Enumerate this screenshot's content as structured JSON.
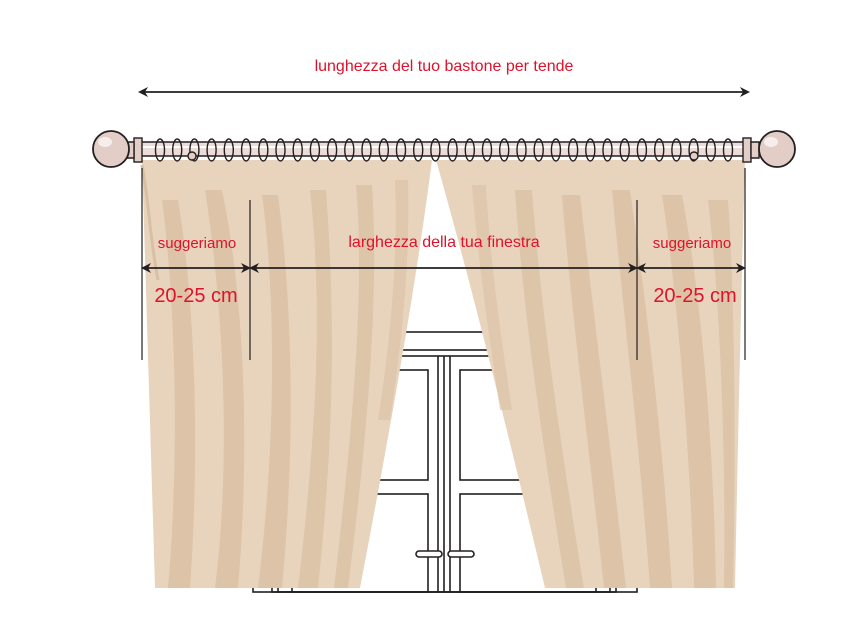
{
  "labels": {
    "rod_length": "lunghezza del tuo bastone per tende",
    "window_width": "larghezza della tua finestra",
    "left_suggest": "suggeriamo",
    "left_range": "20-25 cm",
    "right_suggest": "suggeriamo",
    "right_range": "20-25 cm"
  },
  "colors": {
    "label": "#e0112b",
    "curtain": "#e8d4bd",
    "curtain_fold": "#d9bfa3",
    "outline": "#231f20",
    "finial": "#e3cdc7"
  },
  "icons": {
    "arrow": "double-headed-arrow",
    "finial": "curtain-rod-finial",
    "ring": "curtain-ring",
    "handle": "door-handle"
  }
}
